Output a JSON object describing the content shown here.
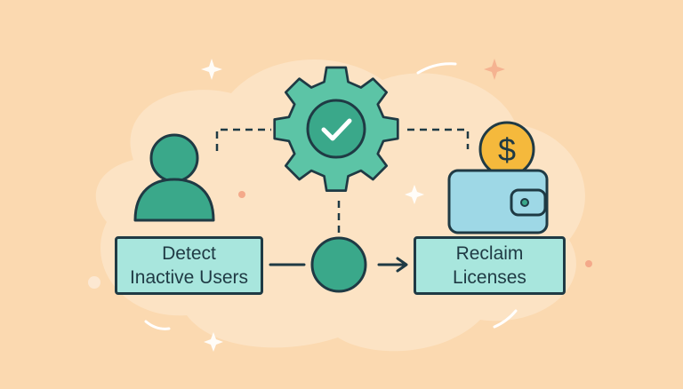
{
  "steps": {
    "detect": {
      "line1": "Detect",
      "line2": "Inactive Users"
    },
    "reclaim": {
      "line1": "Reclaim",
      "line2": "Licenses"
    }
  },
  "icons": {
    "user": "user-icon",
    "gear": "gear-check-icon",
    "wallet": "wallet-icon",
    "coin": "dollar-coin-icon",
    "node": "process-node-icon"
  },
  "colors": {
    "background": "#fbd9b0",
    "blob": "#fce3c4",
    "teal": "#3aa88a",
    "teal_light": "#5cc4a6",
    "outline": "#1f3a44",
    "label_fill": "#a8e6dd",
    "wallet": "#9ed8e6",
    "coin": "#f5b93c"
  },
  "symbols": {
    "dollar": "$"
  }
}
